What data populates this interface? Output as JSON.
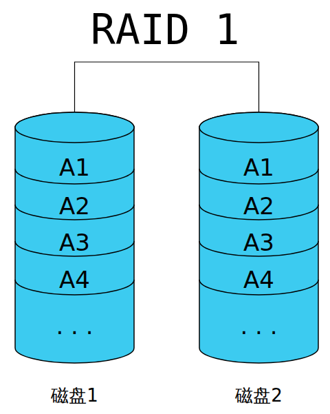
{
  "diagram": {
    "title": "RAID 1",
    "nodes": [
      {
        "text": [
          "磁盘1"
        ]
      },
      {
        "text": [
          "A1"
        ],
        "in": 0
      },
      {
        "text": [
          "A2"
        ],
        "in": 0
      },
      {
        "text": [
          "A3"
        ],
        "in": 0
      },
      {
        "text": [
          "A4"
        ],
        "in": 0
      },
      {
        "text": [
          ". . ."
        ],
        "in": 0
      },
      {
        "text": [
          "磁盘2"
        ]
      },
      {
        "text": [
          "A1"
        ],
        "in": 6
      },
      {
        "text": [
          "A2"
        ],
        "in": 6
      },
      {
        "text": [
          "A3"
        ],
        "in": 6
      },
      {
        "text": [
          "A4"
        ],
        "in": 6
      },
      {
        "text": [
          ". . ."
        ],
        "in": 6
      }
    ],
    "edges": [
      {
        "from": 0,
        "to": 6,
        "arrow": "none"
      }
    ]
  }
}
